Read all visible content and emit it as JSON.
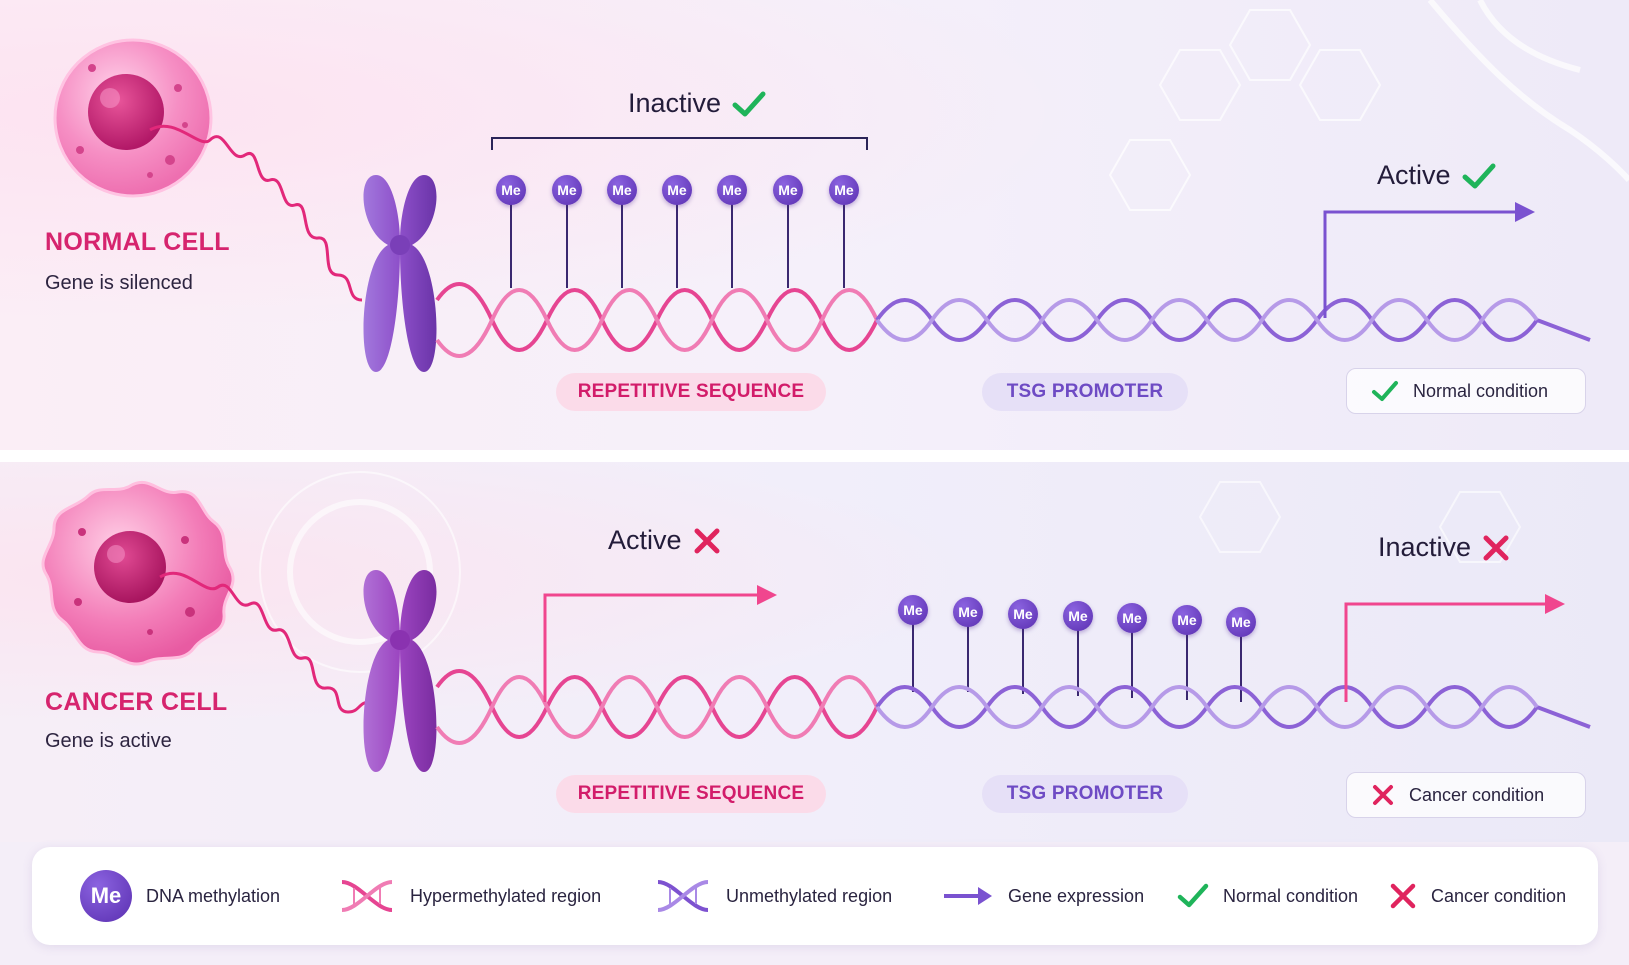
{
  "colors": {
    "accent_pink": "#d6246e",
    "accent_purple": "#6e4bc4",
    "check_green": "#1fb45a",
    "cross_red": "#e0245e"
  },
  "normal": {
    "title": "NORMAL CELL",
    "subtitle": "Gene is silenced",
    "label_repetitive": "Inactive",
    "label_repetitive_status_icon": "check-icon",
    "label_promoter": "Active",
    "label_promoter_status_icon": "check-icon",
    "methyl_tag": "Me",
    "methyl_count": 7,
    "region_repetitive": "REPETITIVE SEQUENCE",
    "region_promoter": "TSG PROMOTER",
    "condition": "Normal condition"
  },
  "cancer": {
    "title": "CANCER CELL",
    "subtitle": "Gene is active",
    "label_repetitive": "Active",
    "label_repetitive_status_icon": "cross-icon",
    "label_promoter": "Inactive",
    "label_promoter_status_icon": "cross-icon",
    "methyl_tag": "Me",
    "methyl_count": 7,
    "region_repetitive": "REPETITIVE SEQUENCE",
    "region_promoter": "TSG PROMOTER",
    "condition": "Cancer condition"
  },
  "legend": {
    "me_symbol": "Me",
    "items": [
      {
        "icon": "methyl-icon",
        "label": "DNA methylation"
      },
      {
        "icon": "pink-helix-icon",
        "label": "Hypermethylated region"
      },
      {
        "icon": "purple-helix-icon",
        "label": "Unmethylated region"
      },
      {
        "icon": "arrow-icon",
        "label": "Gene expression"
      },
      {
        "icon": "check-icon",
        "label": "Normal condition"
      },
      {
        "icon": "cross-icon",
        "label": "Cancer condition"
      }
    ]
  }
}
